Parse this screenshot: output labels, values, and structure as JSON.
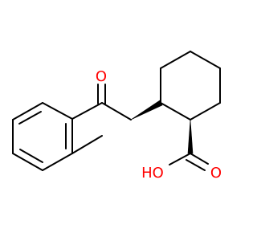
{
  "molecule": {
    "labels": {
      "ketone_oxygen": "O",
      "hydroxyl": "HO",
      "carboxyl_oxygen": "O"
    },
    "colors": {
      "bond": "#000000",
      "heteroatom": "#ff0000",
      "background": "#ffffff"
    }
  }
}
